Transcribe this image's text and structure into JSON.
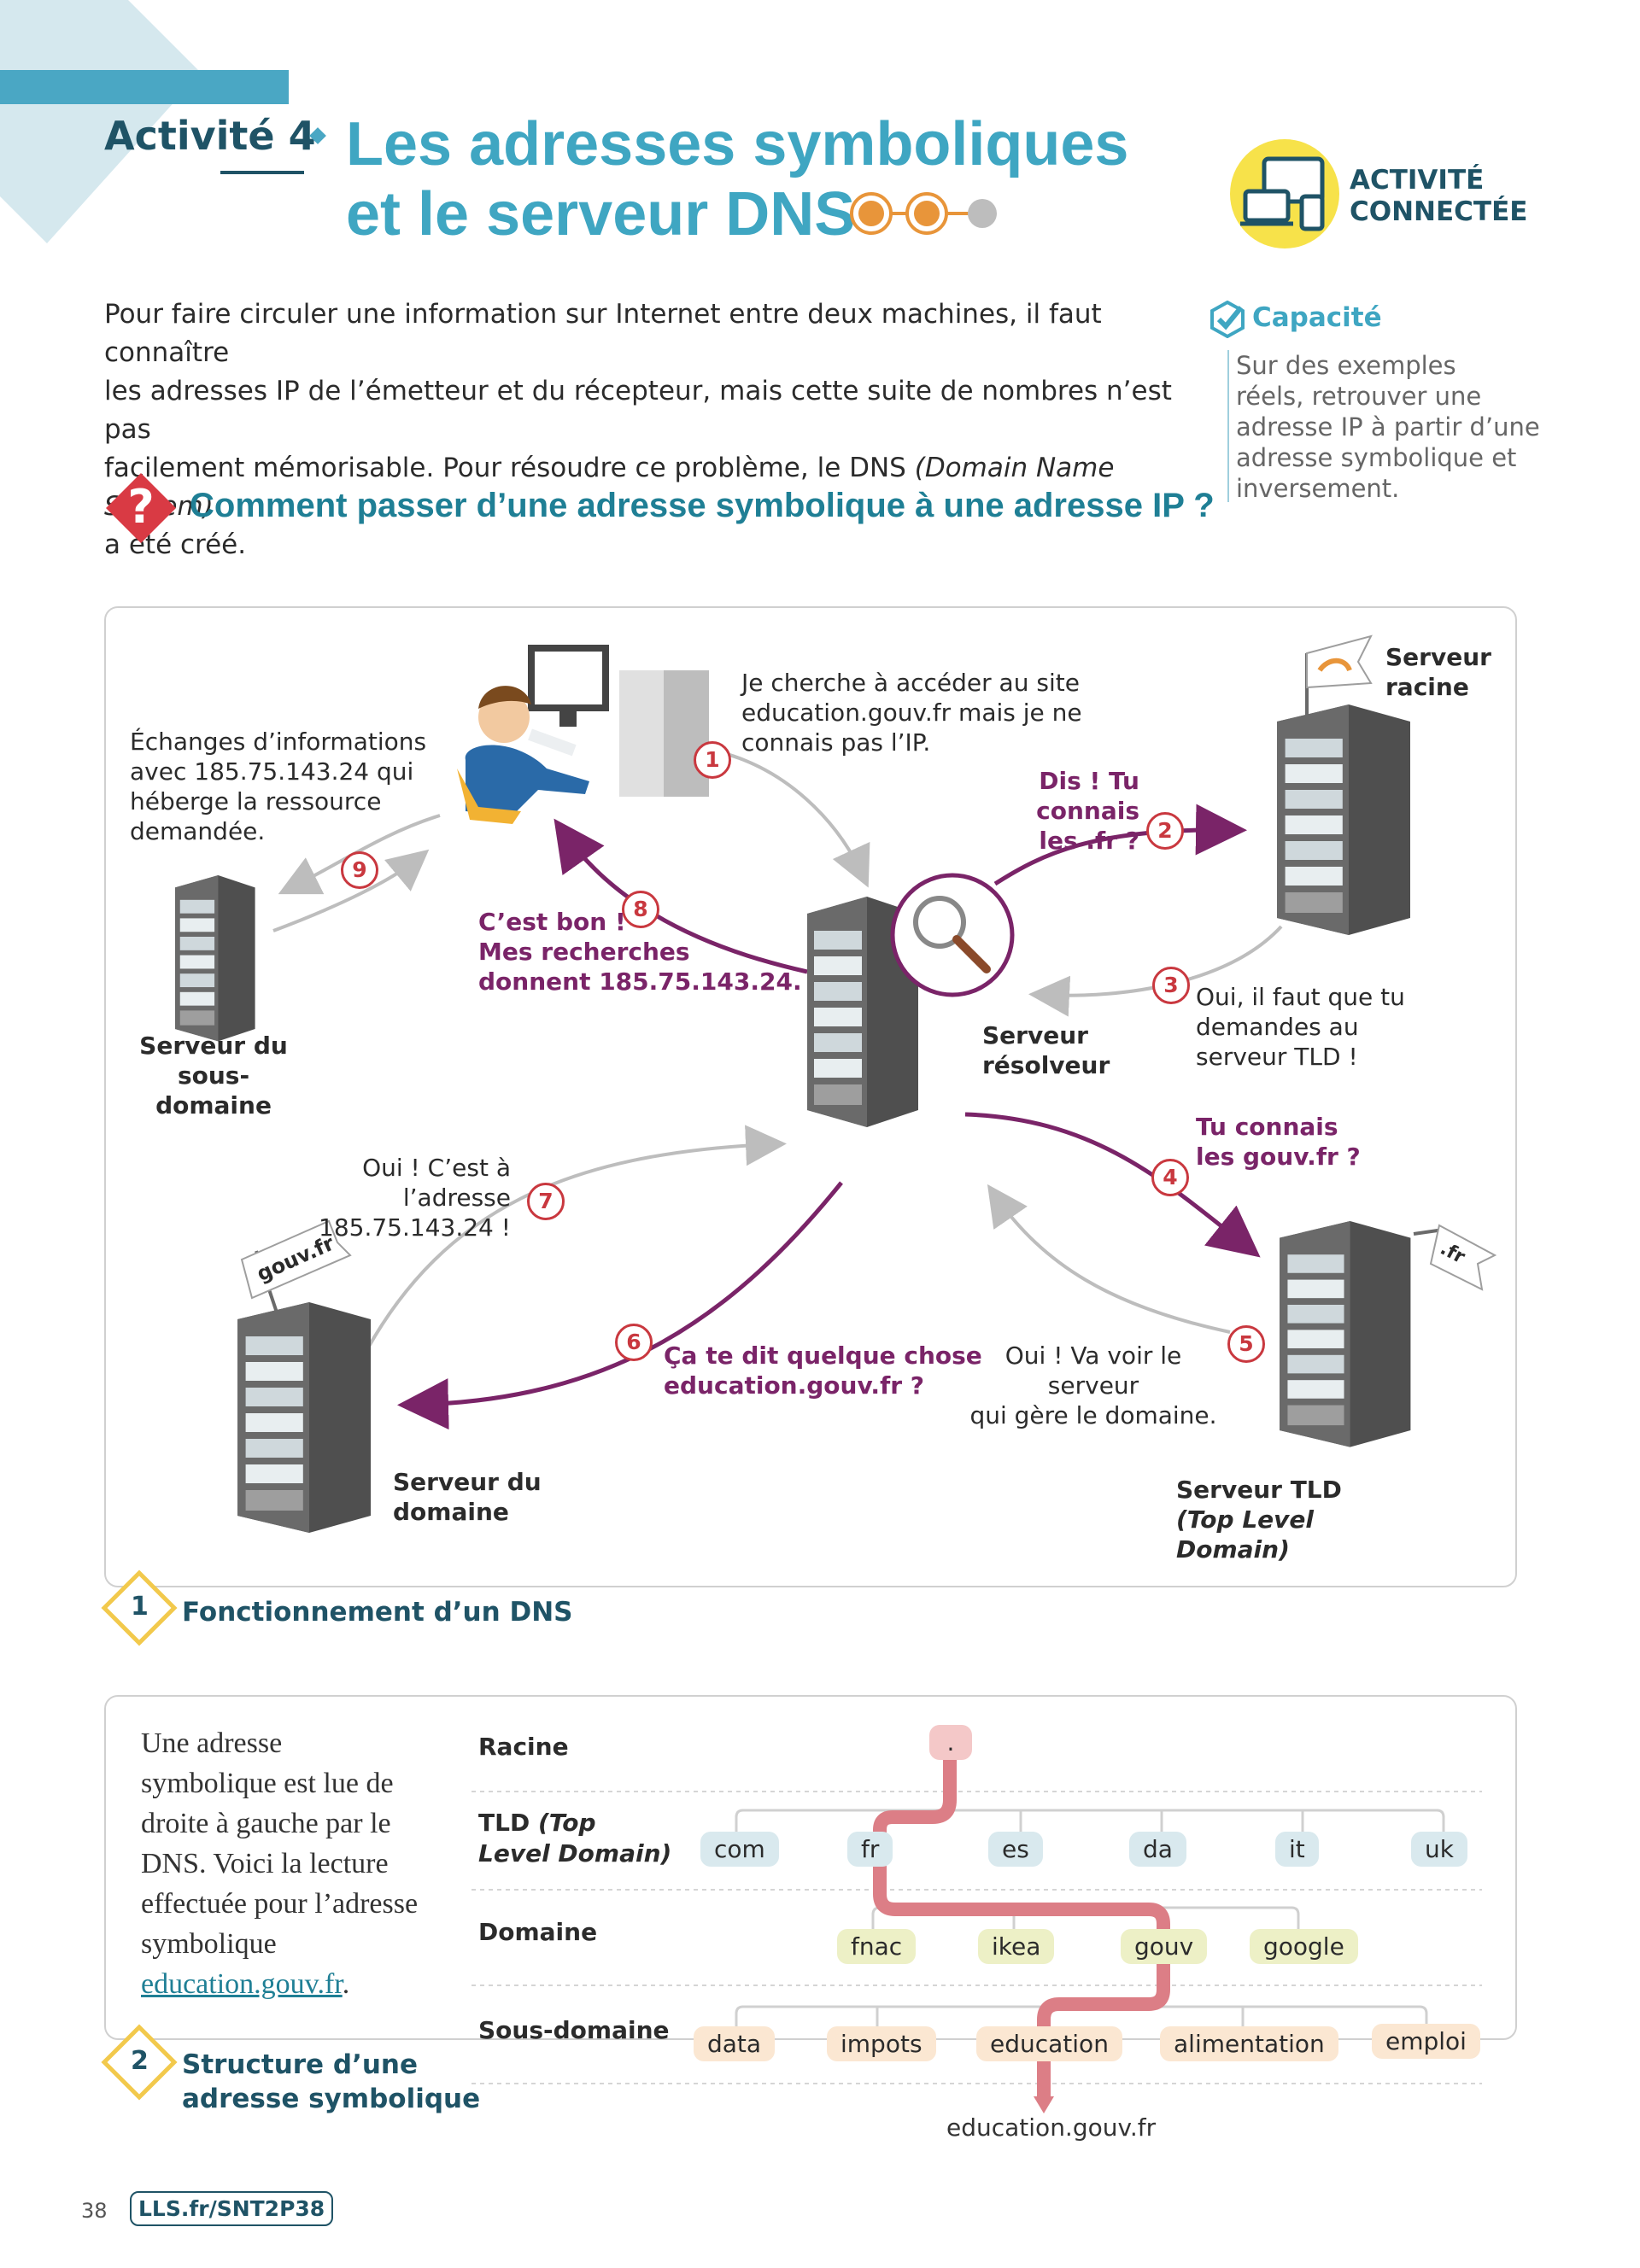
{
  "header": {
    "activity_label": "Activité 4",
    "title_line1": "Les adresses symboliques",
    "title_line2": "et le serveur DNS",
    "badge_line1": "ACTIVITÉ",
    "badge_line2": "CONNECTÉE"
  },
  "intro": {
    "line1": "Pour faire circuler une information sur Internet entre deux machines, il faut connaître",
    "line2": "les adresses IP de l’émetteur et du récepteur, mais cette suite de nombres n’est pas",
    "line3_pre": "facilement mémorisable. Pour résoudre ce problème, le DNS ",
    "line3_italic": "(Domain Name System)",
    "line4": "a été créé."
  },
  "capacite": {
    "title": "Capacité",
    "lines": [
      "Sur des exemples",
      "réels, retrouver une",
      "adresse IP à partir d’une",
      "adresse symbolique et",
      "inversement."
    ]
  },
  "question": "Comment passer d’une adresse symbolique à une adresse IP ?",
  "diagram": {
    "caption_number": "1",
    "caption": "Fonctionnement d’un DNS",
    "texts": {
      "client": [
        "Je cherche à accéder au site",
        "education.gouv.fr mais je ne",
        "connais pas l’IP."
      ],
      "exchange": [
        "Échanges d’informations",
        "avec 185.75.143.24 qui",
        "héberge la ressource",
        "demandée."
      ],
      "ask_root": [
        "Dis ! Tu connais",
        "les .fr ?"
      ],
      "root_reply": [
        "Oui, il faut que tu",
        "demandes au",
        "serveur TLD !"
      ],
      "ask_tld": [
        "Tu connais",
        "les gouv.fr ?"
      ],
      "tld_reply": [
        "Oui ! Va voir le serveur",
        "qui gère le domaine."
      ],
      "ask_domain": [
        "Ça te dit quelque chose",
        "education.gouv.fr ?"
      ],
      "domain_reply": [
        "Oui ! C’est à l’adresse",
        "185.75.143.24 !"
      ],
      "resolved": [
        "C’est bon !",
        "Mes recherches",
        "donnent 185.75.143.24."
      ]
    },
    "servers": {
      "root": [
        "Serveur",
        "racine"
      ],
      "resolver": [
        "Serveur",
        "résolveur"
      ],
      "subdomain": [
        "Serveur du",
        "sous-domaine"
      ],
      "domain": [
        "Serveur du",
        "domaine"
      ],
      "tld": [
        "Serveur TLD",
        "(Top Level",
        "Domain)"
      ]
    },
    "flags": {
      "root_flag": "",
      "tld_flag": ".fr",
      "domain_flag": "gouv.fr"
    },
    "steps": [
      "1",
      "2",
      "3",
      "4",
      "5",
      "6",
      "7",
      "8",
      "9"
    ]
  },
  "structure": {
    "caption_number": "2",
    "caption_line1": "Structure d’une",
    "caption_line2": "adresse symbolique",
    "text_lines": [
      "Une adresse",
      "symbolique est lue de",
      "droite à gauche par le",
      "DNS. Voici la lecture",
      "effectuée pour l’adresse",
      "symbolique"
    ],
    "link": "education.gouv.fr",
    "link_suffix": ".",
    "rows": {
      "racine": "Racine",
      "tld_pre": "TLD ",
      "tld_italic1": "(Top",
      "tld_italic2": "Level Domain)",
      "domaine": "Domaine",
      "sous_domaine": "Sous-domaine"
    },
    "root_node": ".",
    "tld_nodes": [
      "com",
      "fr",
      "es",
      "da",
      "it",
      "uk"
    ],
    "domain_nodes": [
      "fnac",
      "ikea",
      "gouv",
      "google"
    ],
    "subdomain_nodes": [
      "data",
      "impots",
      "education",
      "alimentation",
      "emploi"
    ],
    "result": "education.gouv.fr"
  },
  "footer": {
    "page_number": "38",
    "link": "LLS.fr/SNT2P38"
  },
  "colors": {
    "teal": "#3fa6c2",
    "dark_teal": "#1f6f86",
    "purple": "#7a2468",
    "red": "#c9383f",
    "yellow": "#f7d94c",
    "orange": "#e8953a"
  }
}
